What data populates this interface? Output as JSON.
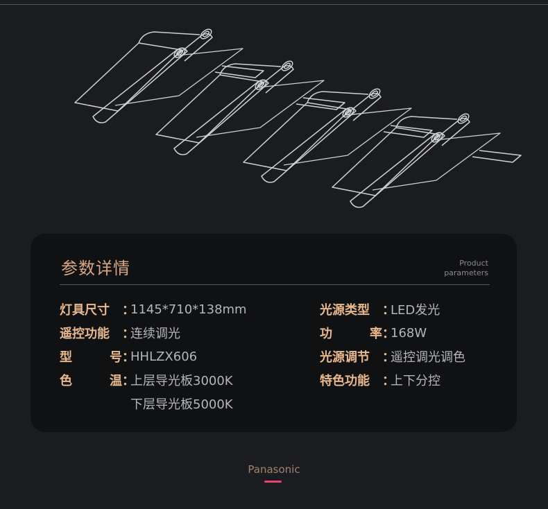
{
  "card": {
    "title": "参数详情",
    "subtitle_line1": "Product",
    "subtitle_line2": "parameters"
  },
  "params": {
    "size": {
      "label": "灯具尺寸",
      "value": "1145*710*138mm"
    },
    "remote": {
      "label": "遥控功能",
      "value": "连续调光"
    },
    "model": {
      "label_a": "型",
      "label_b": "号",
      "value": "HHLZX606"
    },
    "temp": {
      "label_a": "色",
      "label_b": "温",
      "value_1": "上层导光板3000K",
      "value_2": "下层导光板5000K"
    },
    "source": {
      "label": "光源类型",
      "value": "LED发光"
    },
    "power": {
      "label_a": "功",
      "label_b": "率",
      "value": "168W"
    },
    "adjust": {
      "label": "光源调节",
      "value": "遥控调光调色"
    },
    "feature": {
      "label": "特色功能",
      "value": "上下分控"
    },
    "colon": "："
  },
  "brand": {
    "name": "Panasonic",
    "accent": "#e8456d"
  },
  "colors": {
    "background": "#1b1c1f",
    "card": "#101113",
    "label": "#e8b88f",
    "title": "#d7a786",
    "value": "#b4b6b9"
  }
}
